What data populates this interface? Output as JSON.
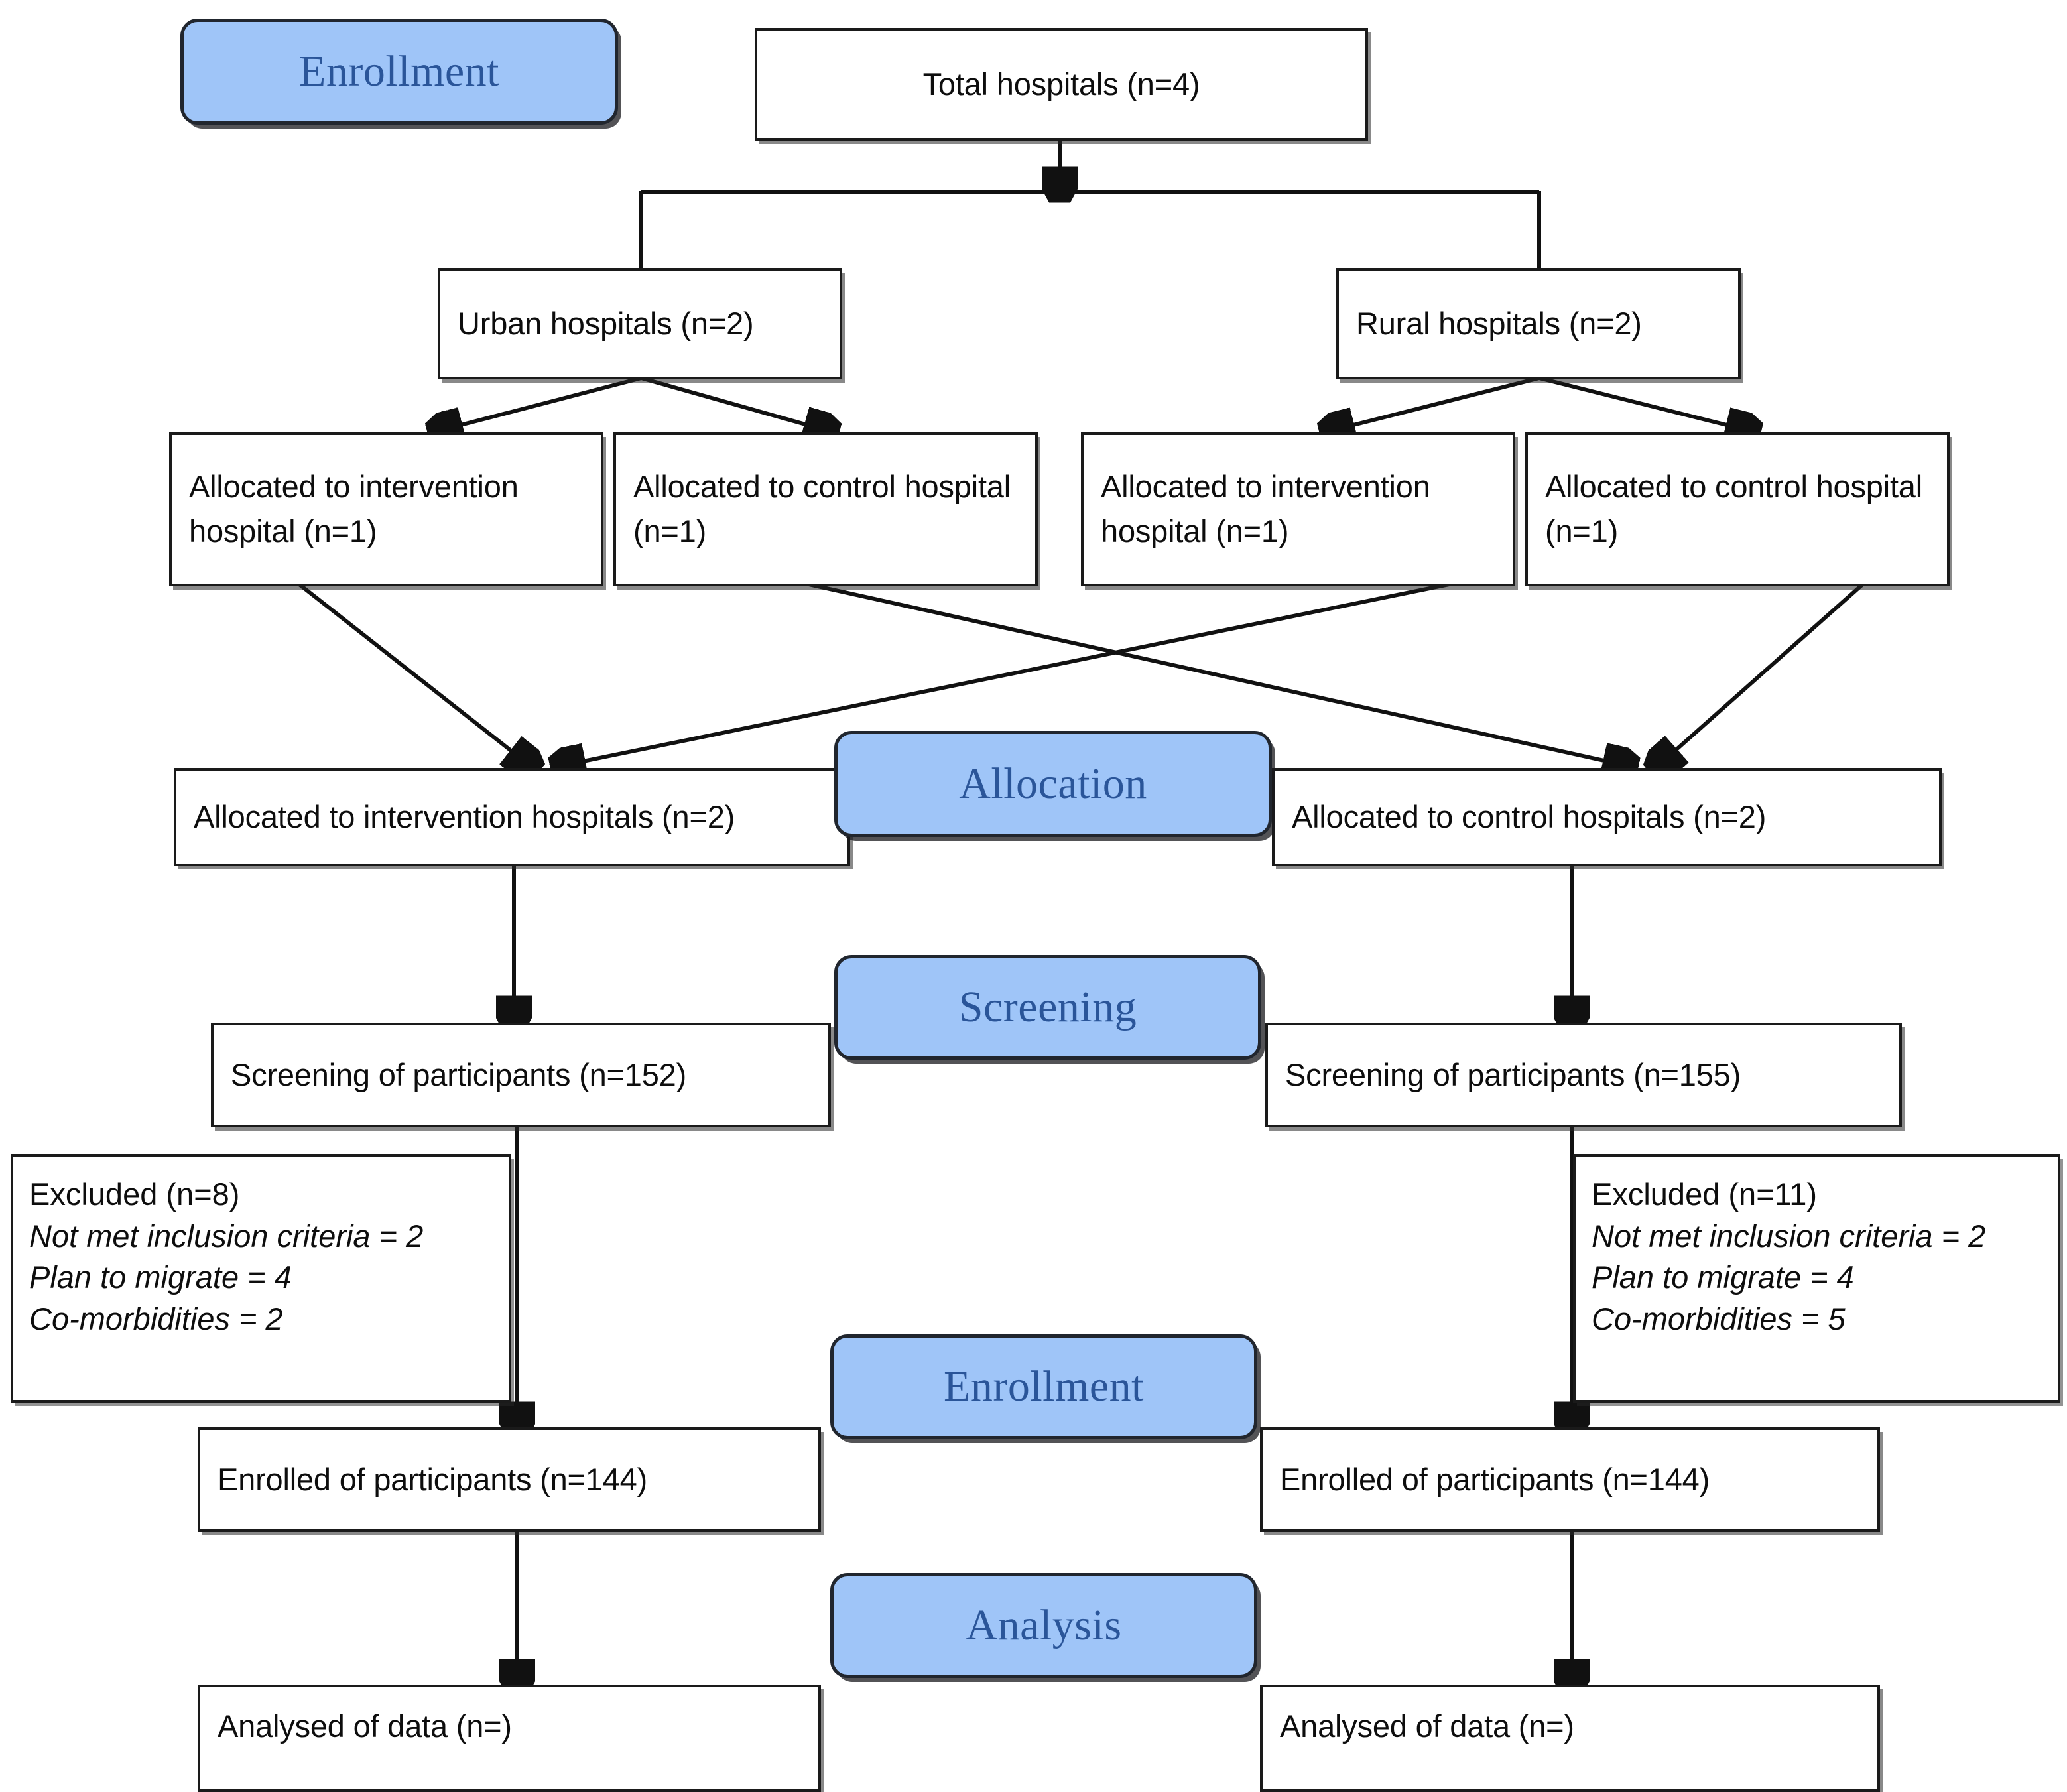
{
  "diagram": {
    "title": "CONSORT participant flow diagram",
    "stage_label_fill": "#9fc5f8",
    "stage_label_text_color": "#2a5599",
    "box_border_color": "#1a1a1a",
    "box_fill": "#ffffff"
  },
  "stages": [
    {
      "id": "stage-enrollment-top",
      "label": "Enrollment"
    },
    {
      "id": "stage-allocation",
      "label": "Allocation"
    },
    {
      "id": "stage-screening",
      "label": "Screening"
    },
    {
      "id": "stage-enrollment-bot",
      "label": "Enrollment"
    },
    {
      "id": "stage-analysis",
      "label": "Analysis"
    }
  ],
  "nodes": {
    "total_hospitals": "Total hospitals (n=4)",
    "urban_hospitals": "Urban hospitals (n=2)",
    "rural_hospitals": "Rural hospitals (n=2)",
    "urban_intervention": "Allocated to intervention hospital (n=1)",
    "urban_control": "Allocated to control hospital (n=1)",
    "rural_intervention": "Allocated to intervention hospital (n=1)",
    "rural_control": "Allocated to control hospital (n=1)",
    "alloc_intervention": "Allocated to intervention hospitals (n=2)",
    "alloc_control": "Allocated to control hospitals (n=2)",
    "screening_left": "Screening of participants (n=152)",
    "screening_right": "Screening of participants (n=155)",
    "enrolled_left": "Enrolled of participants (n=144)",
    "enrolled_right": "Enrolled of participants (n=144)",
    "analysed_left": "Analysed of data (n=)",
    "analysed_right": "Analysed of data (n=)"
  },
  "excluded_left": {
    "heading": "Excluded (n=8)",
    "reasons": [
      "Not met inclusion criteria = 2",
      "Plan to migrate = 4",
      "Co-morbidities = 2"
    ]
  },
  "excluded_right": {
    "heading": "Excluded (n=11)",
    "reasons": [
      "Not met inclusion criteria = 2",
      "Plan to migrate = 4",
      "Co-morbidities = 5"
    ]
  },
  "chart_data": {
    "type": "diagram",
    "title": "CONSORT flow diagram of hospital allocation and participant enrollment",
    "stages": [
      "Enrollment",
      "Allocation",
      "Screening",
      "Enrollment",
      "Analysis"
    ],
    "counts": {
      "total_hospitals": 4,
      "urban_hospitals": 2,
      "rural_hospitals": 2,
      "urban_intervention_hospital": 1,
      "urban_control_hospital": 1,
      "rural_intervention_hospital": 1,
      "rural_control_hospital": 1,
      "allocated_intervention_hospitals": 2,
      "allocated_control_hospitals": 2,
      "screened_intervention": 152,
      "screened_control": 155,
      "excluded_intervention": 8,
      "excluded_control": 11,
      "enrolled_intervention": 144,
      "enrolled_control": 144,
      "analysed_intervention": null,
      "analysed_control": null
    },
    "exclusion_reasons": {
      "intervention": {
        "Not met inclusion criteria": 2,
        "Plan to migrate": 4,
        "Co-morbidities": 2
      },
      "control": {
        "Not met inclusion criteria": 2,
        "Plan to migrate": 4,
        "Co-morbidities": 5
      }
    }
  }
}
